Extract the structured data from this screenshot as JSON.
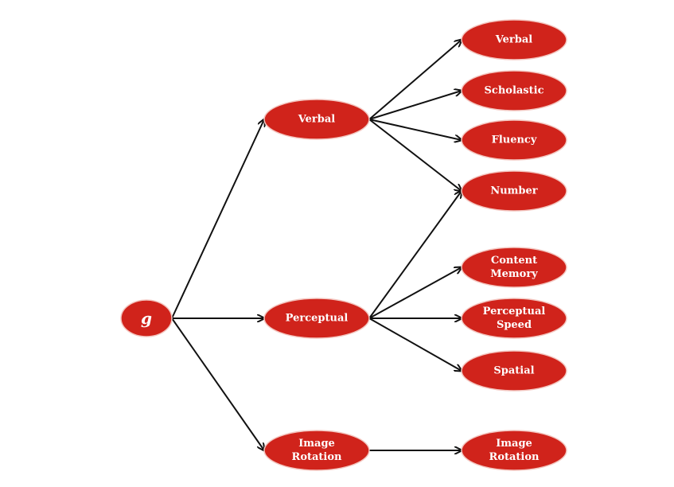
{
  "nodes": [
    {
      "id": "g",
      "lines": [
        "g"
      ]
    },
    {
      "id": "verbal-mid",
      "lines": [
        "Verbal"
      ]
    },
    {
      "id": "perceptual-mid",
      "lines": [
        "Perceptual"
      ]
    },
    {
      "id": "image-rotation-mid",
      "lines": [
        "Image",
        "Rotation"
      ]
    },
    {
      "id": "verbal-right",
      "lines": [
        "Verbal"
      ]
    },
    {
      "id": "scholastic",
      "lines": [
        "Scholastic"
      ]
    },
    {
      "id": "fluency",
      "lines": [
        "Fluency"
      ]
    },
    {
      "id": "number",
      "lines": [
        "Number"
      ]
    },
    {
      "id": "content-memory",
      "lines": [
        "Content",
        "Memory"
      ]
    },
    {
      "id": "perceptual-speed",
      "lines": [
        "Perceptual",
        "Speed"
      ]
    },
    {
      "id": "spatial",
      "lines": [
        "Spatial"
      ]
    },
    {
      "id": "image-rotation-right",
      "lines": [
        "Image",
        "Rotation"
      ]
    }
  ],
  "edges": [
    {
      "from": "g",
      "to": "verbal-mid"
    },
    {
      "from": "g",
      "to": "perceptual-mid"
    },
    {
      "from": "g",
      "to": "image-rotation-mid"
    },
    {
      "from": "verbal-mid",
      "to": "verbal-right"
    },
    {
      "from": "verbal-mid",
      "to": "scholastic"
    },
    {
      "from": "verbal-mid",
      "to": "fluency"
    },
    {
      "from": "verbal-mid",
      "to": "number"
    },
    {
      "from": "perceptual-mid",
      "to": "number"
    },
    {
      "from": "perceptual-mid",
      "to": "content-memory"
    },
    {
      "from": "perceptual-mid",
      "to": "perceptual-speed"
    },
    {
      "from": "perceptual-mid",
      "to": "spatial"
    },
    {
      "from": "image-rotation-mid",
      "to": "image-rotation-right"
    }
  ],
  "colors": {
    "node_fill": "#d0231b",
    "node_text": "#ffffff",
    "edge": "#111111"
  }
}
